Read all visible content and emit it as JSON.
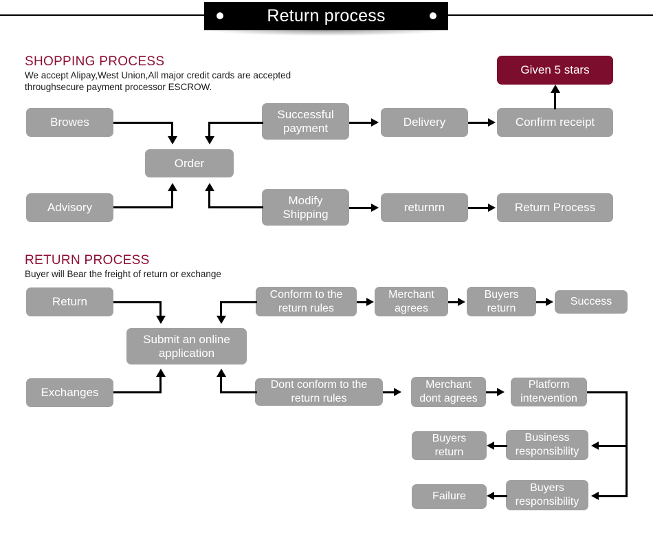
{
  "header": {
    "title": "Return process",
    "dot_left": "bullet-dot",
    "dot_right": "bullet-dot"
  },
  "shopping_section": {
    "heading": "SHOPPING PROCESS",
    "description": "We accept Alipay,West Union,All major credit cards are accepted\nthroughsecure payment processor ESCROW."
  },
  "return_section": {
    "heading": "RETURN PROCESS",
    "description": "Buyer will Bear the freight of return or exchange"
  },
  "colors": {
    "box_gray": "#a0a0a0",
    "box_accent": "#7d0d2c",
    "heading": "#8c1035",
    "banner": "#000000",
    "text_on_box": "#ffffff"
  },
  "shopping_nodes": {
    "browes": "Browes",
    "successful_payment": "Successful\npayment",
    "delivery": "Delivery",
    "confirm_receipt": "Confirm receipt",
    "given_5_stars": "Given 5 stars",
    "order": "Order",
    "advisory": "Advisory",
    "modify_shipping": "Modify\nShipping",
    "returnrn": "returnrn",
    "return_process": "Return Process"
  },
  "return_nodes": {
    "return": "Return",
    "conform_rules": "Conform to the\nreturn rules",
    "merchant_agrees": "Merchant\nagrees",
    "buyers_return_top": "Buyers\nreturn",
    "success": "Success",
    "submit_application": "Submit an online\napplication",
    "exchanges": "Exchanges",
    "dont_conform_rules": "Dont conform to the\nreturn rules",
    "merchant_dont_agrees": "Merchant\ndont agrees",
    "platform_intervention": "Platform\nintervention",
    "business_responsibility": "Business\nresponsibility",
    "buyers_return_bottom": "Buyers\nreturn",
    "buyers_responsibility": "Buyers\nresponsibility",
    "failure": "Failure"
  }
}
